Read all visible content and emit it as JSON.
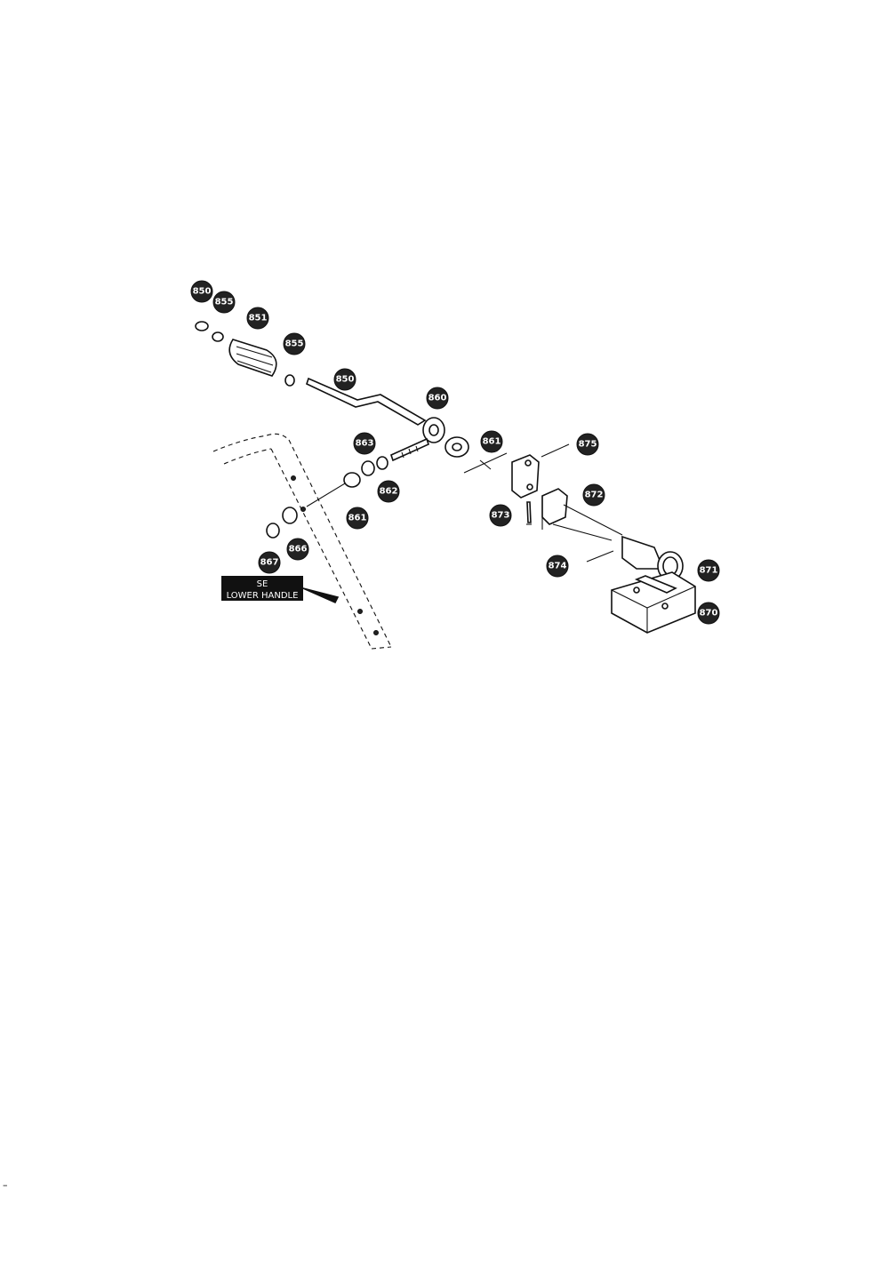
{
  "diagram": {
    "callouts": [
      {
        "id": "c1",
        "label": "850"
      },
      {
        "id": "c2",
        "label": "855"
      },
      {
        "id": "c3",
        "label": "851"
      },
      {
        "id": "c4",
        "label": "855"
      },
      {
        "id": "c5",
        "label": "850"
      },
      {
        "id": "c6",
        "label": "860"
      },
      {
        "id": "c7",
        "label": "863"
      },
      {
        "id": "c8",
        "label": "861"
      },
      {
        "id": "c9",
        "label": "875"
      },
      {
        "id": "c10",
        "label": "862"
      },
      {
        "id": "c11",
        "label": "861"
      },
      {
        "id": "c12",
        "label": "872"
      },
      {
        "id": "c13",
        "label": "873"
      },
      {
        "id": "c14",
        "label": "867"
      },
      {
        "id": "c15",
        "label": "866"
      },
      {
        "id": "c16",
        "label": "874"
      },
      {
        "id": "c17",
        "label": "871"
      },
      {
        "id": "c18",
        "label": "870"
      }
    ],
    "reference_box": {
      "line1": "SE",
      "line2": "LOWER HANDLE"
    }
  },
  "footer_mark": "–"
}
